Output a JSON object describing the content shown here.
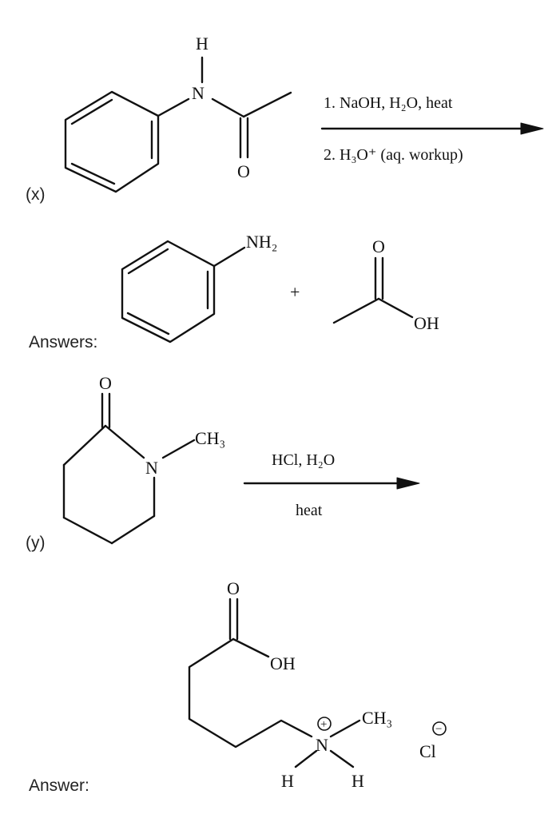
{
  "reaction_x": {
    "label": "(x)",
    "reactant": {
      "atoms": {
        "h": "H",
        "n": "N",
        "o": "O"
      }
    },
    "conditions": {
      "step1": "1. NaOH, H₂O, heat",
      "step2": "2. H₃O⁺ (aq. workup)"
    },
    "answers_label": "Answers:",
    "product1": {
      "group": "NH₂"
    },
    "plus": "+",
    "product2": {
      "atoms": {
        "o": "O",
        "oh": "OH"
      }
    }
  },
  "reaction_y": {
    "label": "(y)",
    "reactant": {
      "atoms": {
        "o": "O",
        "n": "N",
        "ch3": "CH₃"
      }
    },
    "conditions": {
      "above": "HCl, H₂O",
      "below": "heat"
    },
    "answer_label": "Answer:",
    "product": {
      "atoms": {
        "o": "O",
        "oh": "OH",
        "n": "N",
        "ch3": "CH₃",
        "h_left": "H",
        "h_right": "H"
      },
      "n_charge": "+",
      "counterion": "Cl",
      "counterion_charge": "−"
    }
  }
}
